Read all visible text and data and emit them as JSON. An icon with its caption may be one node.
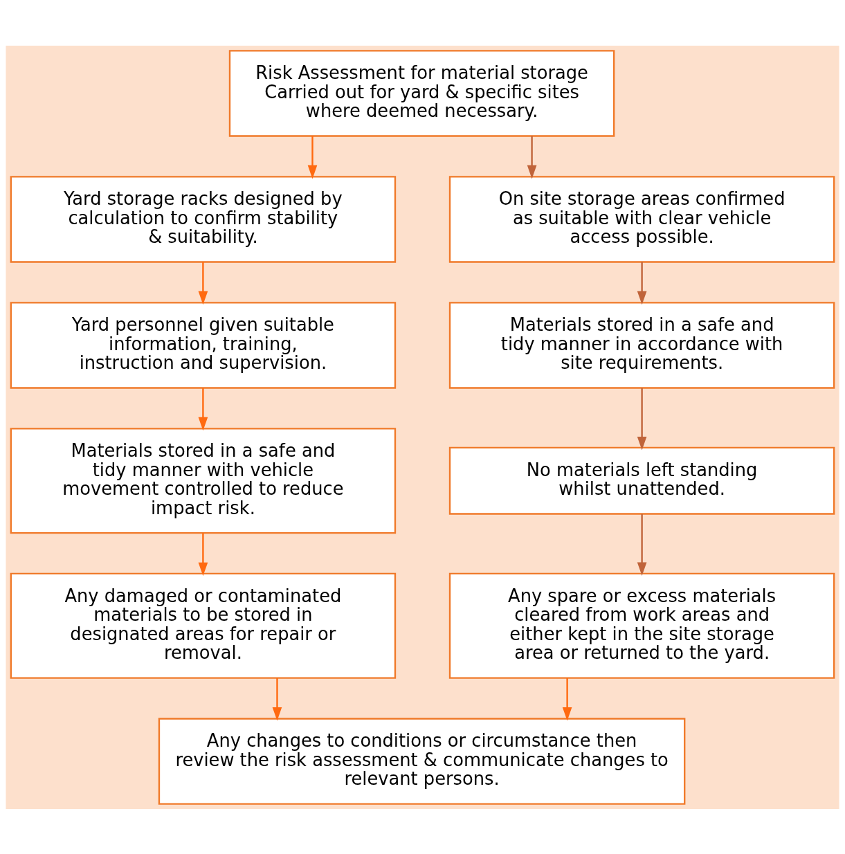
{
  "diagram": {
    "nodes": [
      {
        "text": [
          "Risk Assessment for material storage Carried out for yard & specific sites where deemed necessary."
        ]
      },
      {
        "text": [
          "Yard storage racks designed by calculation to confirm stability & suitability."
        ]
      },
      {
        "text": [
          "On site storage areas confirmed as suitable with clear vehicle access possible."
        ]
      },
      {
        "text": [
          "Yard personnel given suitable information, training, instruction and supervision."
        ]
      },
      {
        "text": [
          "Materials stored in a safe and tidy manner in accordance with site requirements."
        ]
      },
      {
        "text": [
          "Materials stored in a safe and tidy manner with vehicle movement controlled to reduce impact risk."
        ]
      },
      {
        "text": [
          "No materials left standing whilst unattended."
        ]
      },
      {
        "text": [
          "Any damaged or contaminated materials to be stored in designated areas for repair or removal."
        ]
      },
      {
        "text": [
          "Any spare or excess materials cleared from work areas and either kept in the site storage area or returned to the yard."
        ]
      },
      {
        "text": [
          "Any changes to conditions or circumstance then review the risk assessment & communicate changes to relevant persons."
        ]
      }
    ],
    "edges": [
      {
        "from": 0,
        "to": 1,
        "arrow": "to"
      },
      {
        "from": 0,
        "to": 2,
        "arrow": "to",
        "color": "#c0643a"
      },
      {
        "from": 1,
        "to": 3,
        "arrow": "to"
      },
      {
        "from": 2,
        "to": 4,
        "arrow": "to",
        "color": "#c0643a"
      },
      {
        "from": 3,
        "to": 5,
        "arrow": "to"
      },
      {
        "from": 4,
        "to": 6,
        "arrow": "to",
        "color": "#c0643a"
      },
      {
        "from": 5,
        "to": 7,
        "arrow": "to"
      },
      {
        "from": 6,
        "to": 8,
        "arrow": "to",
        "color": "#c0643a"
      },
      {
        "from": 7,
        "to": 9,
        "arrow": "to"
      },
      {
        "from": 8,
        "to": 9,
        "arrow": "to"
      }
    ]
  }
}
